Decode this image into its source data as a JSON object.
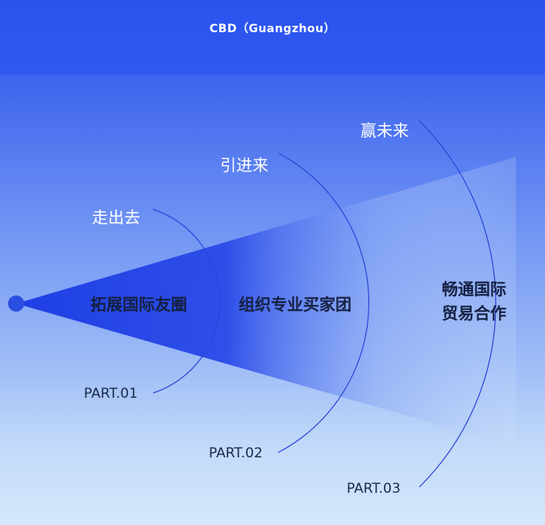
{
  "header": {
    "title": "CBD（Guangzhou）"
  },
  "stages": [
    {
      "title": "走出去",
      "part": "PART.01",
      "focus_line1": "拓展国际友圈",
      "focus_line2": ""
    },
    {
      "title": "引进来",
      "part": "PART.02",
      "focus_line1": "组织专业买家团",
      "focus_line2": ""
    },
    {
      "title": "赢未来",
      "part": "PART.03",
      "focus_line1": "畅通国际",
      "focus_line2": "贸易合作"
    }
  ],
  "colors": {
    "header_bg": "#2a53ee",
    "beam_dark": "#2142e6",
    "arc_stroke": "#2a45d8",
    "origin_dot": "#2b4fe0",
    "text_dark": "#152042",
    "text_light": "#ffffff"
  }
}
